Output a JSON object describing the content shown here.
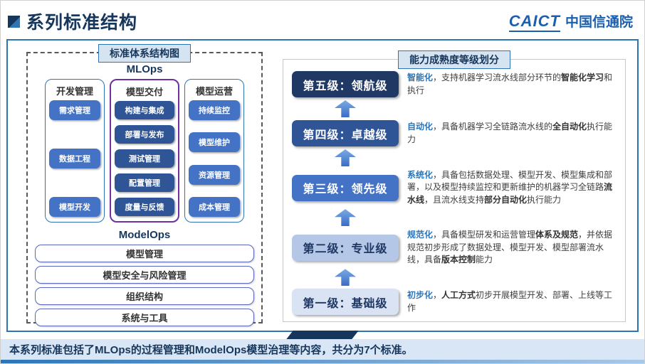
{
  "header": {
    "title": "系列标准结构",
    "logo_caict": "CAICT",
    "logo_name": "中国信通院"
  },
  "left_panel": {
    "title": "标准体系结构图",
    "mlops_label": "MLOps",
    "columns": [
      {
        "header": "开发管理",
        "highlighted": false,
        "items": [
          "需求管理",
          "数据工程",
          "模型开发"
        ]
      },
      {
        "header": "模型交付",
        "highlighted": true,
        "items": [
          "构建与集成",
          "部署与发布",
          "测试管理",
          "配置管理",
          "度量与反馈"
        ]
      },
      {
        "header": "模型运营",
        "highlighted": false,
        "items": [
          "持续监控",
          "模型维护",
          "资源管理",
          "成本管理"
        ]
      }
    ],
    "modelops_label": "ModelOps",
    "modelops_rows": [
      "模型管理",
      "模型安全与风险管理",
      "组织结构",
      "系统与工具"
    ]
  },
  "right_panel": {
    "title": "能力成熟度等级划分",
    "levels": [
      {
        "name": "第五级：领航级",
        "bg": "#1f3864",
        "fg": "#ffffff",
        "desc": [
          {
            "t": "智能化",
            "cls": "kw"
          },
          {
            "t": "，支持机器学习流水线部分环节的"
          },
          {
            "t": "智能化学习",
            "cls": "b"
          },
          {
            "t": "和执行"
          }
        ]
      },
      {
        "name": "第四级：卓越级",
        "bg": "#2f5597",
        "fg": "#ffffff",
        "desc": [
          {
            "t": "自动化",
            "cls": "kw"
          },
          {
            "t": "，具备机器学习全链路流水线的"
          },
          {
            "t": "全自动化",
            "cls": "b"
          },
          {
            "t": "执行能力"
          }
        ]
      },
      {
        "name": "第三级：领先级",
        "bg": "#4472c4",
        "fg": "#ffffff",
        "desc": [
          {
            "t": "系统化",
            "cls": "kw"
          },
          {
            "t": "，具备包括数据处理、模型开发、模型集成和部署，以及模型持续监控和更新维护的机器学习全链路"
          },
          {
            "t": "流水线",
            "cls": "b"
          },
          {
            "t": "，且流水线支持"
          },
          {
            "t": "部分自动化",
            "cls": "b"
          },
          {
            "t": "执行能力"
          }
        ]
      },
      {
        "name": "第二级：专业级",
        "bg": "#b4c7e7",
        "fg": "#1f3864",
        "desc": [
          {
            "t": "规范化",
            "cls": "kw"
          },
          {
            "t": "，具备模型研发和运营管理"
          },
          {
            "t": "体系及规范",
            "cls": "b"
          },
          {
            "t": "，并依据规范初步形成了数据处理、模型开发、模型部署流水线，具备"
          },
          {
            "t": "版本控制",
            "cls": "b"
          },
          {
            "t": "能力"
          }
        ]
      },
      {
        "name": "第一级：基础级",
        "bg": "#dae3f3",
        "fg": "#1f3864",
        "desc": [
          {
            "t": "初步化",
            "cls": "kw"
          },
          {
            "t": "，"
          },
          {
            "t": "人工方式",
            "cls": "b"
          },
          {
            "t": "初步开展模型开发、部署、上线等工作"
          }
        ]
      }
    ]
  },
  "footer": {
    "text": "本系列标准包括了MLOps的过程管理和ModelOps模型治理等内容，共分为7个标准。"
  },
  "colors": {
    "accent_blue": "#2e75b6",
    "dark_navy": "#1f3864",
    "item_blue": "#4472c4",
    "delivery_blue": "#2f5597",
    "highlight_purple": "#7030a0"
  }
}
